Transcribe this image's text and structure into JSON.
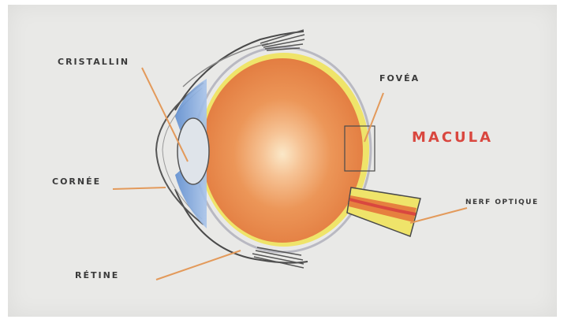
{
  "diagram": {
    "labels": {
      "cristallin": "CRISTALLIN",
      "fovea": "FOVÉA",
      "cornee": "CORNÉE",
      "retine": "RÉTINE",
      "nerf_optique": "NERF OPTIQUE",
      "macula": "MACULA"
    },
    "colors": {
      "paper": "#e9e9e7",
      "eyeball_orange": "#e98a4a",
      "retina_yellow": "#efe46a",
      "iris_blue": "#6f9bd6",
      "macula_red": "#d9473f",
      "leader_line": "#e39a5b",
      "outline": "#4a4a4a"
    }
  }
}
